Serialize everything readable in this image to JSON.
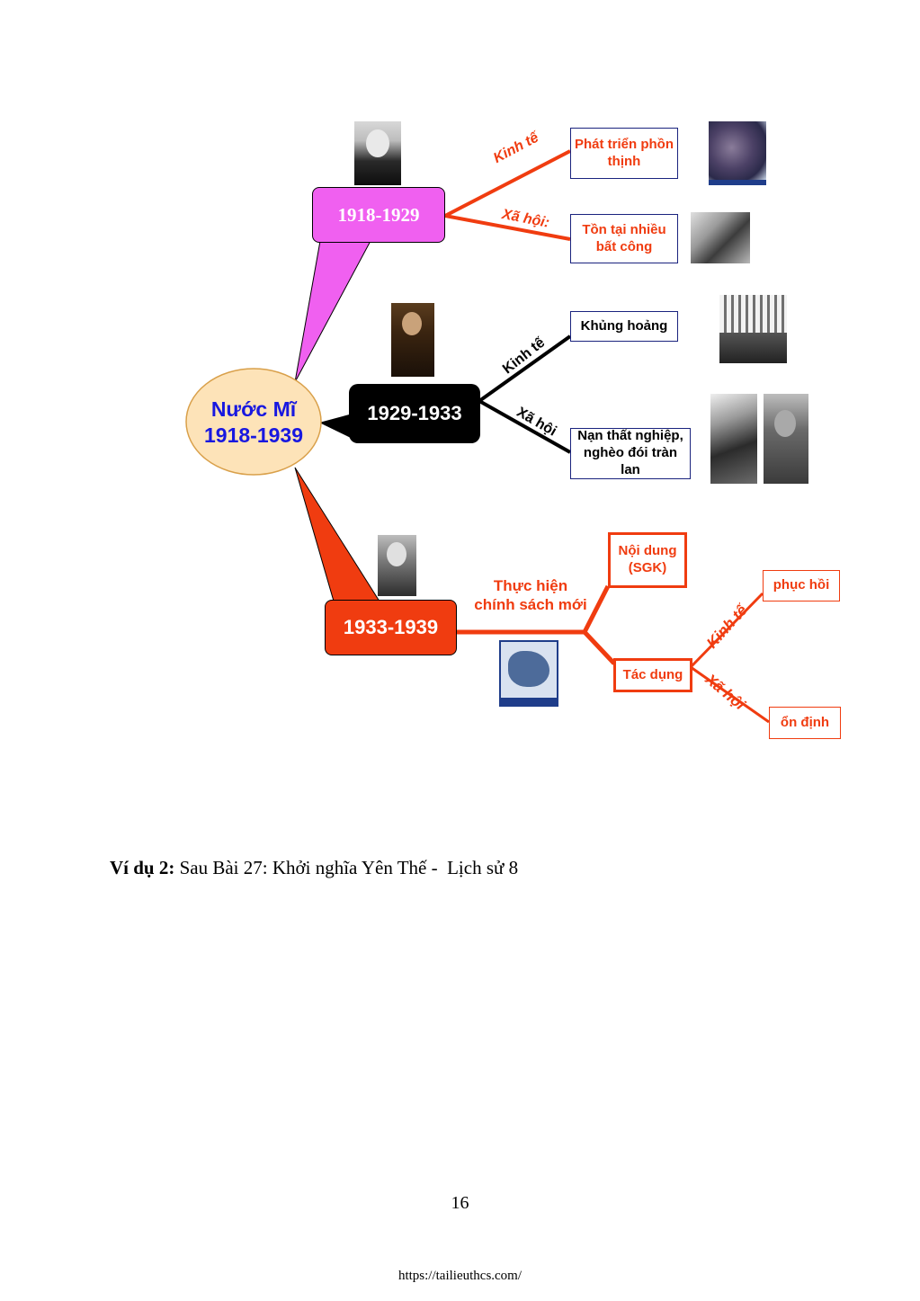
{
  "mindmap": {
    "center": {
      "line1": "Nước Mĩ",
      "line2": "1918-1939"
    },
    "periods": {
      "p1": {
        "label": "1918-1929",
        "economy_tag": "Kinh tế",
        "society_tag": "Xã hội:",
        "economy_text": "Phát triển phồn thịnh",
        "society_text": "Tồn tại nhiều bất công"
      },
      "p2": {
        "label": "1929-1933",
        "economy_tag": "Kinh tế",
        "society_tag": "Xã hội",
        "economy_text": "Khủng hoảng",
        "society_text": "Nạn thất nghiệp, nghèo đói tràn lan"
      },
      "p3": {
        "label": "1933-1939",
        "policy_text": "Thực hiện chính sách mới",
        "content_text": "Nội dung (SGK)",
        "effect_text": "Tác dụng",
        "economy_tag": "Kinh tế",
        "society_tag": "Xã hội",
        "economy_result": "phục hồi",
        "society_result": "ổn định"
      }
    }
  },
  "caption": {
    "bold": "Ví dụ 2:",
    "text": " Sau Bài 27: Khởi nghĩa Yên Thế -  Lịch sử 8"
  },
  "page_number": "16",
  "footer_url": "https://tailieuthcs.com/",
  "colors": {
    "pink": "#f060f0",
    "red": "#f03c10",
    "black": "#000000",
    "blue_text": "#1818e0",
    "navy_border": "#1a237e",
    "ellipse": "#fde3b8"
  }
}
